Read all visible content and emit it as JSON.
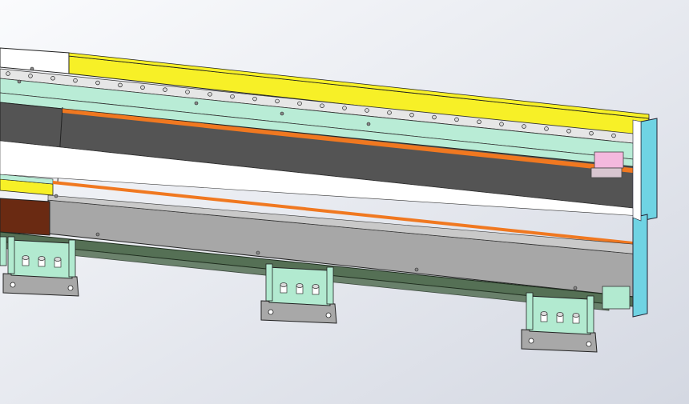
{
  "viewport": {
    "view": "isometric",
    "background_top": "#fafbfd",
    "background_bottom": "#d4d8e2"
  },
  "model": {
    "colors": {
      "yellow_rail": "#f7f027",
      "mint_plate": "#b9ecd6",
      "dark_panel": "#545454",
      "gray_panel": "#a7a7a7",
      "green_base": "#557055",
      "orange_strip": "#f07820",
      "cyan_endcap": "#6fd3e3",
      "pink_part": "#f4b9de",
      "brown_block": "#6a2a12",
      "foot_mint": "#b2ead0",
      "foot_pad": "#a8a8a8",
      "bolt": "#d9d9d9"
    },
    "feet_count": 4,
    "foot_bolts_per_bracket": 3
  }
}
